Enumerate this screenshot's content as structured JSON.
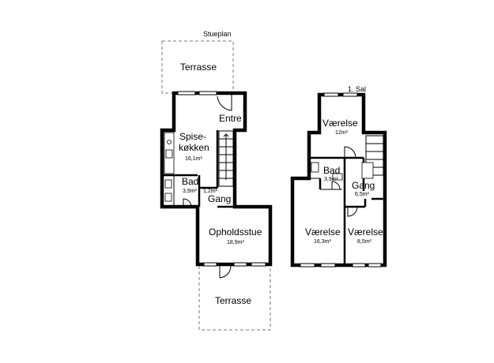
{
  "floors": {
    "ground": {
      "label": "Stueplan",
      "rooms": {
        "terrace_top": "Terrasse",
        "entre": "Entre",
        "spisekokken_1": "Spise-",
        "spisekokken_2": "køkken",
        "spisekokken_area": "16,1m²",
        "bad": "Bad",
        "bad_area": "3,9m²",
        "gang_area": "1,2m²",
        "gang": "Gang",
        "opholdsstue": "Opholdsstue",
        "opholdsstue_area": "18,9m²",
        "terrace_bottom": "Terrasse"
      }
    },
    "first": {
      "label": "1. Sal",
      "rooms": {
        "vaerelse_top": "Værelse",
        "vaerelse_top_area": "12m²",
        "bad": "Bad",
        "bad_area": "3,9m²",
        "gang": "Gang",
        "gang_area": "6,5m²",
        "vaerelse_left": "Værelse",
        "vaerelse_left_area": "16,3m²",
        "vaerelse_right": "Værelse",
        "vaerelse_right_area": "8,5m²"
      }
    }
  }
}
